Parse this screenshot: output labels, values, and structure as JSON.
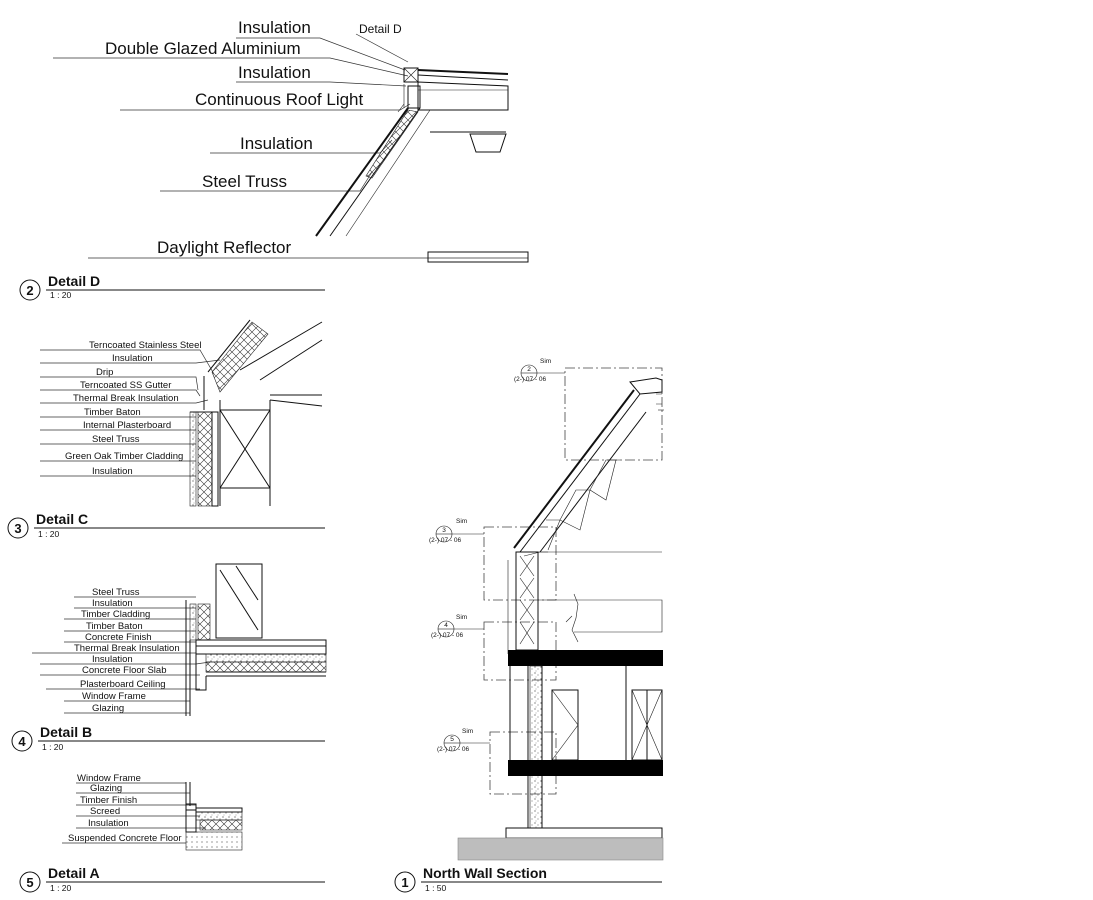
{
  "detail_d": {
    "number": "2",
    "title": "Detail D",
    "scale": "1 : 20",
    "callout": "Detail D",
    "labels": [
      "Insulation",
      "Double Glazed Aluminium",
      "Insulation",
      "Continuous Roof Light",
      "Insulation",
      "Steel Truss",
      "Daylight Reflector"
    ]
  },
  "detail_c": {
    "number": "3",
    "title": "Detail C",
    "scale": "1 : 20",
    "labels": [
      "Terncoated Stainless Steel",
      "Insulation",
      "Drip",
      "Terncoated SS Gutter",
      "Thermal Break Insulation",
      "Timber Baton",
      "Internal Plasterboard",
      "Steel Truss",
      "Green Oak Timber Cladding",
      "Insulation"
    ]
  },
  "detail_b": {
    "number": "4",
    "title": "Detail B",
    "scale": "1 : 20",
    "labels": [
      "Steel Truss",
      "Insulation",
      "Timber Cladding",
      "Timber Baton",
      "Concrete Finish",
      "Thermal Break Insulation",
      "Insulation",
      "Concrete Floor Slab",
      "Plasterboard Ceiling",
      "Window Frame",
      "Glazing"
    ]
  },
  "detail_a": {
    "number": "5",
    "title": "Detail A",
    "scale": "1 : 20",
    "labels": [
      "Window Frame",
      "Glazing",
      "Timber Finish",
      "Screed",
      "Insulation",
      "Suspended Concrete Floor"
    ]
  },
  "north_section": {
    "number": "1",
    "title": "North Wall Section",
    "scale": "1 : 50",
    "callouts": [
      {
        "sim": "Sim",
        "num": "2",
        "ref": "(2-) 07 - 06"
      },
      {
        "sim": "Sim",
        "num": "3",
        "ref": "(2-) 07 - 06"
      },
      {
        "sim": "Sim",
        "num": "4",
        "ref": "(2-) 07 - 06"
      },
      {
        "sim": "Sim",
        "num": "5",
        "ref": "(2-) 07 - 06"
      }
    ]
  }
}
